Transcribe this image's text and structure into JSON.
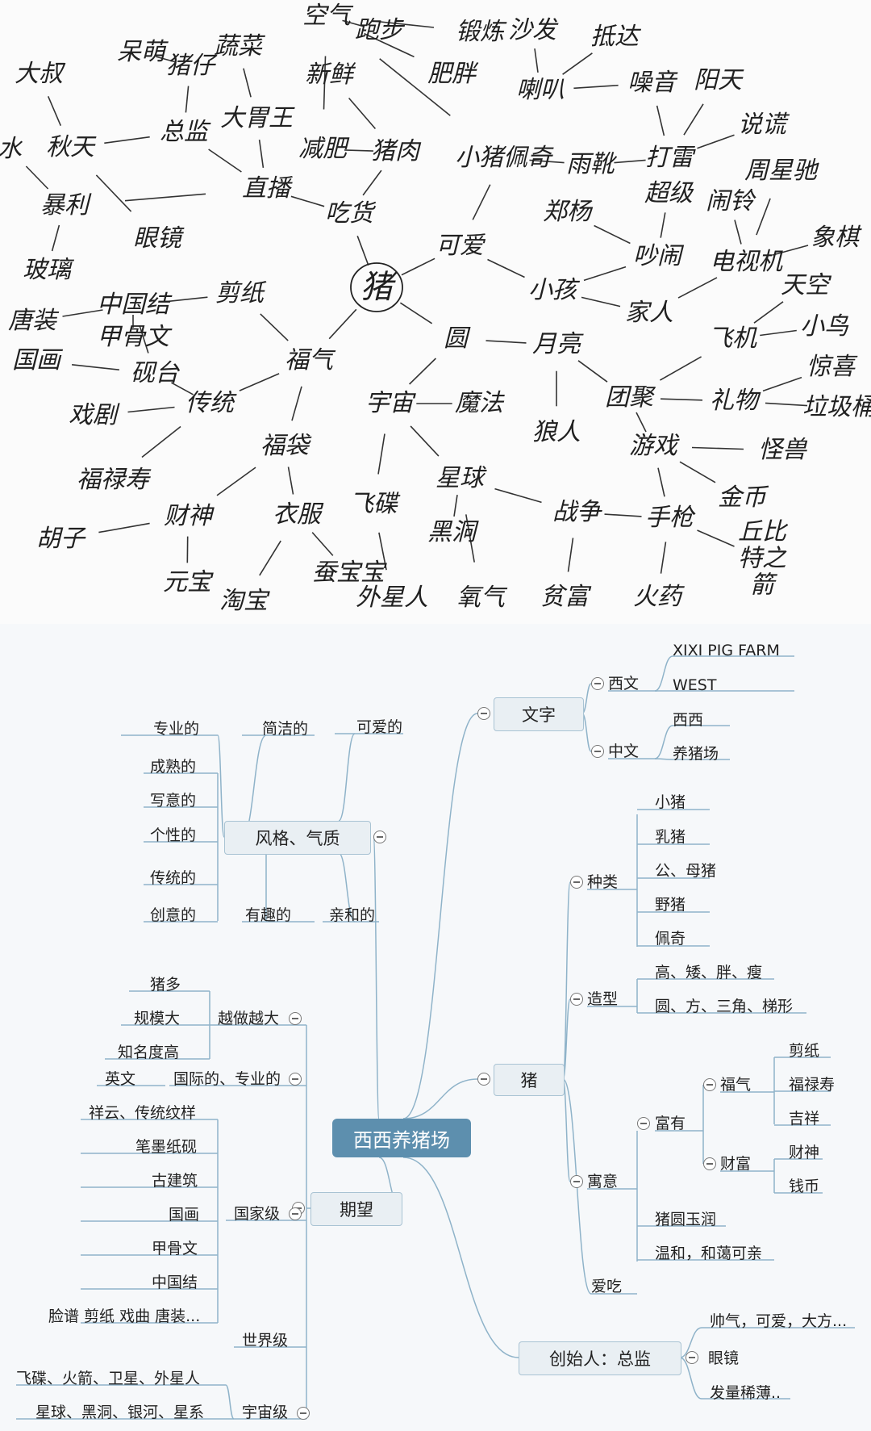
{
  "sketch": {
    "words": [
      "猪",
      "可爱",
      "小猪佩奇",
      "雨靴",
      "打雷",
      "说谎",
      "阳天",
      "噪音",
      "喇叭",
      "抵达",
      "沙发",
      "小孩",
      "家人",
      "吵闹",
      "郑杨",
      "超级",
      "闹铃",
      "电视机",
      "周星驰",
      "象棋",
      "圆",
      "月亮",
      "团聚",
      "礼物",
      "飞机",
      "天空",
      "小鸟",
      "惊喜",
      "垃圾桶",
      "狼人",
      "游戏",
      "怪兽",
      "金币",
      "手枪",
      "丘比特之箭",
      "火药",
      "战争",
      "贫富",
      "星球",
      "氧气",
      "黑洞",
      "魔法",
      "宇宙",
      "飞碟",
      "外星人",
      "福气",
      "福袋",
      "衣服",
      "淘宝",
      "蚕宝宝",
      "财神",
      "元宝",
      "胡子",
      "传统",
      "福禄寿",
      "戏剧",
      "剪纸",
      "中国结",
      "甲骨文",
      "砚台",
      "唐装",
      "国画",
      "吃货",
      "猪肉",
      "减肥",
      "新鲜",
      "空气",
      "跑步",
      "肥胖",
      "锻炼",
      "直播",
      "大胃王",
      "蔬菜",
      "总监",
      "猪仔",
      "呆萌",
      "秋天",
      "大叔",
      "眼镜",
      "暴利",
      "玻璃",
      "水"
    ]
  },
  "mindmap": {
    "root": "西西养猪场",
    "branches": {
      "text": {
        "label": "文字",
        "western": {
          "label": "西文",
          "items": [
            "XIXI PIG FARM",
            "WEST"
          ]
        },
        "chinese": {
          "label": "中文",
          "items": [
            "西西",
            "养猪场"
          ]
        }
      },
      "pig": {
        "label": "猪",
        "kinds": {
          "label": "种类",
          "items": [
            "小猪",
            "乳猪",
            "公、母猪",
            "野猪",
            "佩奇"
          ]
        },
        "shape": {
          "label": "造型",
          "items": [
            "高、矮、胖、瘦",
            "圆、方、三角、梯形"
          ]
        },
        "meaning": {
          "label": "寓意",
          "rich": {
            "label": "富有",
            "fortune": {
              "label": "福气",
              "items": [
                "剪纸",
                "福禄寿",
                "吉祥"
              ]
            },
            "wealth": {
              "label": "财富",
              "items": [
                "财神",
                "钱币"
              ]
            }
          },
          "items": [
            "猪圆玉润",
            "温和，和蔼可亲"
          ]
        },
        "eat": "爱吃"
      },
      "founder": {
        "label": "创始人：总监",
        "pre": "帅气，可爱，大方...",
        "glasses": "眼镜",
        "post": "发量稀薄.."
      },
      "style": {
        "label": "风格、气质",
        "top": [
          "专业的",
          "简洁的",
          "可爱的"
        ],
        "left": [
          "成熟的",
          "写意的",
          "个性的",
          "传统的",
          "创意的"
        ],
        "bottom": [
          "有趣的",
          "亲和的"
        ]
      },
      "hope": {
        "label": "期望",
        "bigger": {
          "label": "越做越大",
          "items": [
            "猪多",
            "规模大",
            "知名度高"
          ]
        },
        "intl": {
          "label": "国际的、专业的",
          "items": [
            "英文"
          ]
        },
        "national": {
          "label": "国家级",
          "items": [
            "祥云、传统纹样",
            "笔墨纸砚",
            "古建筑",
            "国画",
            "甲骨文",
            "中国结",
            "脸谱 剪纸 戏曲 唐装..."
          ]
        },
        "world": "世界级",
        "universe": {
          "label": "宇宙级",
          "items": [
            "飞碟、火箭、卫星、外星人",
            "星球、黑洞、银河、星系"
          ]
        }
      }
    }
  },
  "colors": {
    "root": "#5d8fae",
    "box": "#e9eff3",
    "line": "#8fb3c9"
  }
}
